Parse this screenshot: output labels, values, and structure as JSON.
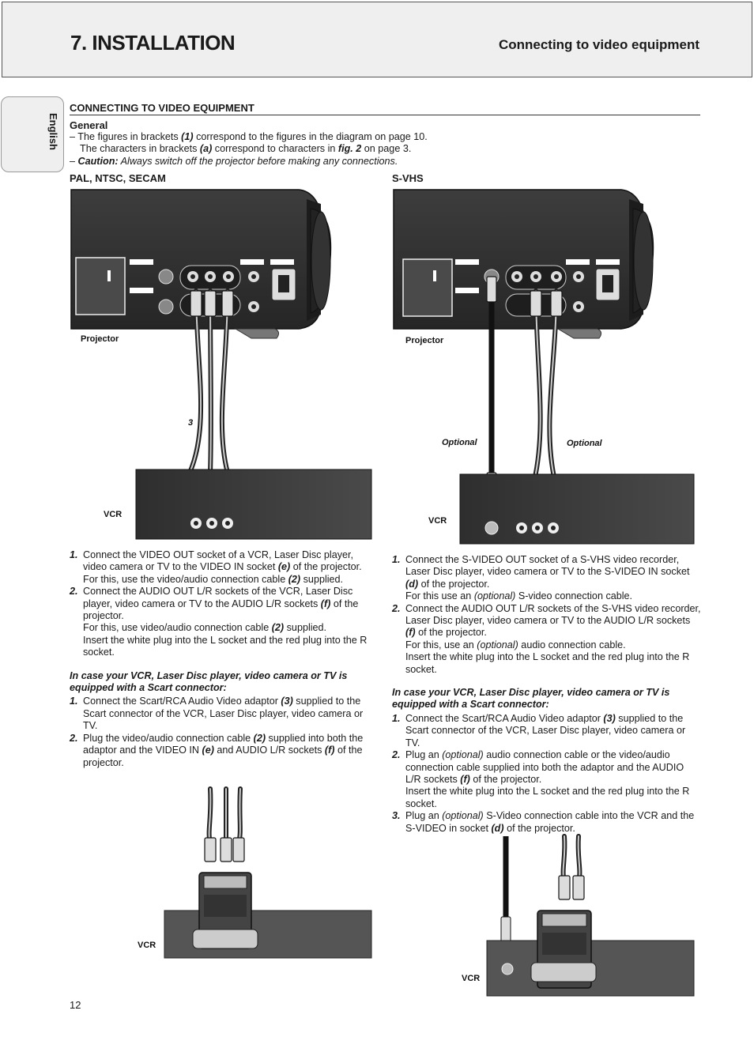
{
  "header": {
    "chapter": "7. INSTALLATION",
    "subtitle": "Connecting to video equipment"
  },
  "language_tab": "English",
  "section_title": "CONNECTING TO VIDEO EQUIPMENT",
  "general": {
    "title": "General",
    "line1_a": "– The figures in brackets ",
    "line1_b": "(1)",
    "line1_c": " correspond to the figures in the diagram on page 10.",
    "line2_a": "The characters in brackets ",
    "line2_b": "(a)",
    "line2_c": " correspond to characters in ",
    "line2_d": "fig. 2",
    "line2_e": " on page 3.",
    "line3_a": "– ",
    "line3_b": "Caution:",
    "line3_c": "  Always switch off the projector before making any connections."
  },
  "left": {
    "heading": "PAL, NTSC, SECAM",
    "fig_labels": {
      "projector": "Projector",
      "cable": "3",
      "vcr": "VCR",
      "vcr2": "VCR"
    },
    "s1": {
      "n": "1.",
      "a": "Connect the VIDEO OUT socket of a VCR, Laser Disc player, video camera or TV to the VIDEO IN socket ",
      "b": "(e)",
      "c": " of the projector.",
      "d": "For this, use the video/audio connection cable ",
      "e": "(2)",
      "f": " supplied."
    },
    "s2": {
      "n": "2.",
      "a": "Connect the AUDIO OUT L/R sockets of the VCR, Laser Disc player, video camera or TV to the AUDIO L/R sockets ",
      "b": "(f)",
      "c": " of the projector.",
      "d": "For this, use video/audio connection cable ",
      "e": "(2)",
      "f": " supplied.",
      "g": "Insert the white plug into the L socket and the red plug into the R socket."
    },
    "scart_head": "In case your VCR, Laser Disc player, video camera or TV is equipped with a Scart connector:",
    "c1": {
      "n": "1.",
      "a": "Connect the Scart/RCA Audio Video adaptor ",
      "b": "(3)",
      "c": " supplied to the Scart connector of the VCR, Laser Disc player, video camera or TV."
    },
    "c2": {
      "n": "2.",
      "a": "Plug the video/audio connection cable ",
      "b": "(2)",
      "c": " supplied into both the adaptor and the VIDEO IN ",
      "d": "(e)",
      "e": " and AUDIO L/R sockets ",
      "f": "(f)",
      "g": " of the projector."
    }
  },
  "right": {
    "heading": "S-VHS",
    "fig_labels": {
      "projector": "Projector",
      "optional_left": "Optional",
      "optional_right": "Optional",
      "vcr": "VCR",
      "vcr2": "VCR"
    },
    "s1": {
      "n": "1.",
      "a": "Connect the S-VIDEO OUT socket of a S-VHS video recorder, Laser Disc player, video camera or TV to the S-VIDEO IN socket ",
      "b": "(d)",
      "c": " of the projector.",
      "d": "For this use an ",
      "e": "(optional)",
      "f": " S-video connection cable."
    },
    "s2": {
      "n": "2.",
      "a": "Connect the AUDIO OUT L/R sockets of the S-VHS video recorder, Laser Disc player, video camera or TV to the AUDIO L/R sockets ",
      "b": "(f)",
      "c": " of the projector.",
      "d": "For this, use an ",
      "e": "(optional)",
      "f": " audio connection cable.",
      "g": "Insert the white plug into the L socket and the red plug into the R socket."
    },
    "scart_head": "In case your VCR, Laser Disc player, video camera or TV is equipped with a Scart connector:",
    "c1": {
      "n": "1.",
      "a": "Connect the Scart/RCA Audio Video adaptor ",
      "b": "(3)",
      "c": " supplied to the Scart connector of the VCR, Laser Disc player, video camera or TV."
    },
    "c2": {
      "n": "2.",
      "a": "Plug an ",
      "b": "(optional)",
      "c": " audio connection cable or the video/audio connection cable supplied into both the adaptor and the AUDIO L/R sockets ",
      "d": "(f)",
      "e": " of the projector.",
      "f": "Insert the white plug into the L socket and the red plug into the R socket."
    },
    "c3": {
      "n": "3.",
      "a": "Plug an ",
      "b": "(optional)",
      "c": " S-Video connection cable into the VCR and the S-VIDEO in socket ",
      "d": "(d)",
      "e": " of the projector."
    }
  },
  "page_number": "12"
}
